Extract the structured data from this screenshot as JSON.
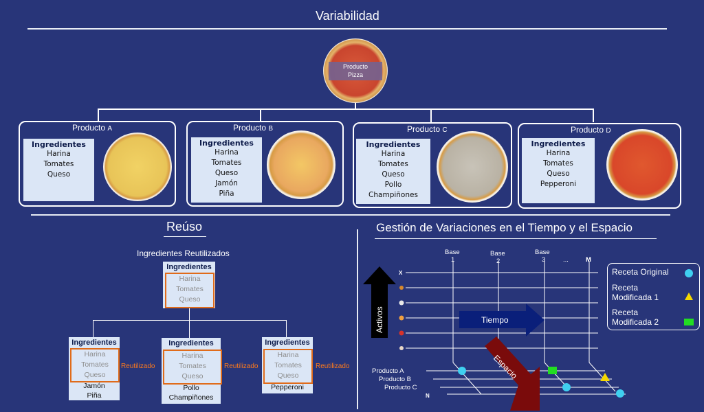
{
  "top": {
    "title": "Variabilidad",
    "root_label_1": "Producto",
    "root_label_2": "Pizza"
  },
  "products": [
    {
      "name": "Producto",
      "suffix": "A",
      "heading": "Ingredientes",
      "items": [
        "Harina",
        "Tomates",
        "Queso"
      ]
    },
    {
      "name": "Producto",
      "suffix": "B",
      "heading": "Ingredientes",
      "items": [
        "Harina",
        "Tomates",
        "Queso",
        "Jamón",
        "Piña"
      ]
    },
    {
      "name": "Producto",
      "suffix": "C",
      "heading": "Ingredientes",
      "items": [
        "Harina",
        "Tomates",
        "Queso",
        "Pollo",
        "Champiñones"
      ]
    },
    {
      "name": "Producto",
      "suffix": "D",
      "heading": "Ingredientes",
      "items": [
        "Harina",
        "Tomates",
        "Queso",
        "Pepperoni"
      ]
    }
  ],
  "reuse": {
    "title": "Reúso",
    "subtitle": "Ingredientes Reutilizados",
    "heading": "Ingredientes",
    "shared": [
      "Harina",
      "Tomates",
      "Queso"
    ],
    "reused_label": "Reutilizado",
    "extras": [
      [
        "Jamón",
        "Piña"
      ],
      [
        "Pollo",
        "Champiñones"
      ],
      [
        "Pepperoni"
      ]
    ]
  },
  "time_space": {
    "title": "Gestión de Variaciones en el Tiempo y el Espacio",
    "bases": [
      [
        "Base",
        "1"
      ],
      [
        "Base",
        "2"
      ],
      [
        "Base",
        "3"
      ]
    ],
    "ellipsis": "...",
    "m_label": "M",
    "x_label": "X",
    "n_label": "N",
    "products": [
      "Producto  A",
      "Producto B",
      "Producto  C"
    ],
    "activos": "Activos",
    "tiempo": "Tiempo",
    "espacio": "Espacio",
    "legend": [
      {
        "label": "Receta Original",
        "marker": "circle",
        "color": "#3fd0f0"
      },
      {
        "label": "Receta Modificada 1",
        "marker": "triangle",
        "color": "#f5d800"
      },
      {
        "label": "Receta Modificada 2",
        "marker": "square",
        "color": "#22dd22"
      }
    ],
    "colors": {
      "activos_arrow": "#000000",
      "tiempo_arrow": "#0a1f7a",
      "espacio_arrow": "#7a0b0b"
    }
  }
}
